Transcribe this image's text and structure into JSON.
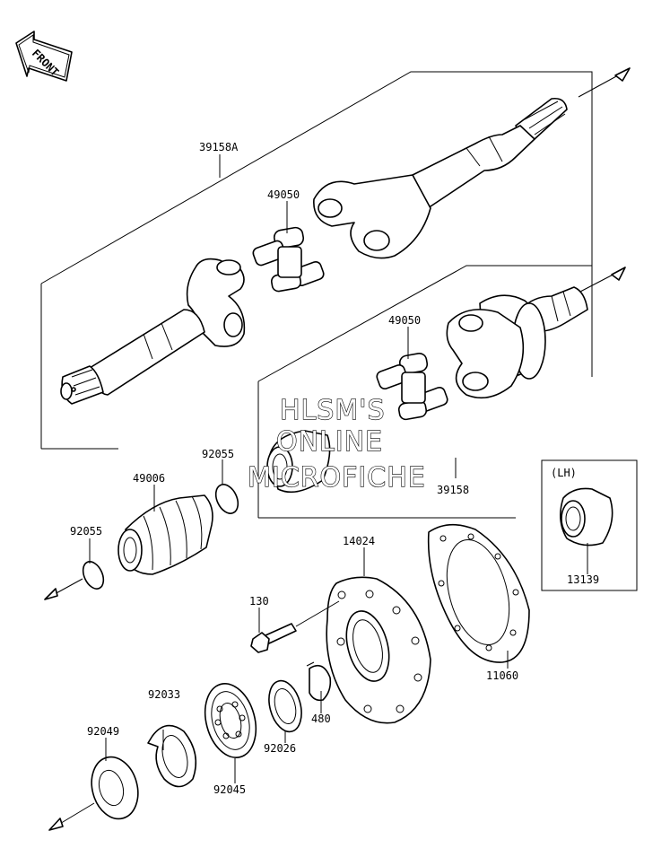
{
  "front_badge": "FRONT",
  "lh_label": "(LH)",
  "watermark": [
    "HLSM'S",
    "ONLINE",
    "MICROFICHE"
  ],
  "part_labels": {
    "p39158A": "39158A",
    "p49050_top": "49050",
    "p49050_bottom": "49050",
    "p39158": "39158",
    "p49006": "49006",
    "p92055_a": "92055",
    "p92055_b": "92055",
    "p14024": "14024",
    "p130": "130",
    "p11060": "11060",
    "p13139": "13139",
    "p92033": "92033",
    "p92049": "92049",
    "p92045": "92045",
    "p92026": "92026",
    "p480": "480"
  }
}
